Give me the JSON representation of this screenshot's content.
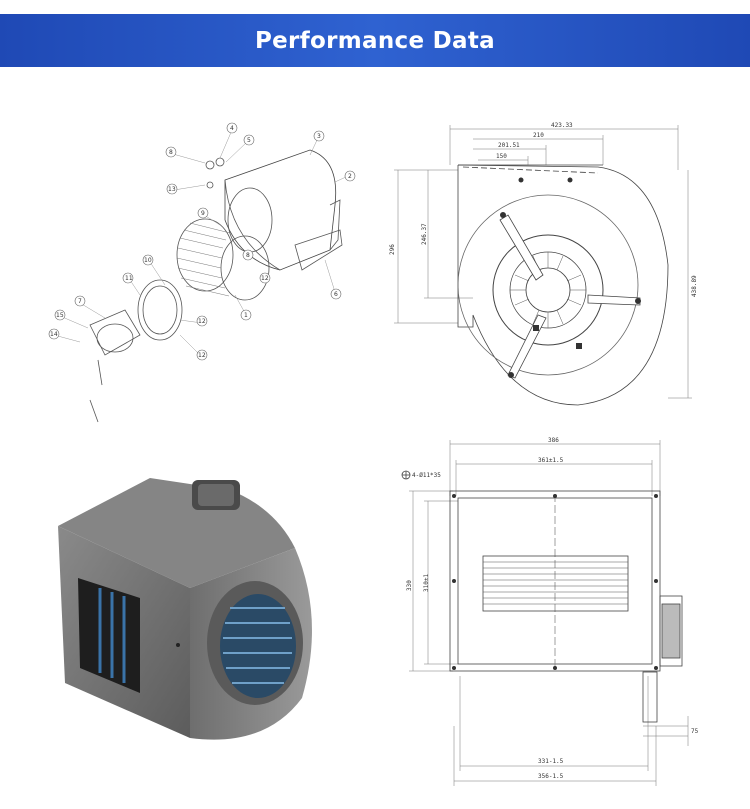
{
  "header": {
    "title": "Performance Data",
    "bg": "#2a57c8"
  },
  "exploded_view": {
    "callouts": [
      "4",
      "5",
      "8",
      "3",
      "13",
      "2",
      "9",
      "12",
      "11",
      "10",
      "12",
      "7",
      "1",
      "6",
      "15",
      "12",
      "14",
      "8"
    ]
  },
  "side_view": {
    "dims": {
      "width_total": "423.33",
      "width_inlet": "210",
      "width_a": "201.51",
      "width_b": "150",
      "height_left": "296",
      "height_inner": "246.37",
      "height_right": "438.89"
    }
  },
  "front_view": {
    "dims": {
      "width_total": "386",
      "width_frame": "361±1.5",
      "hole_note": "4-Ø11*35",
      "height_outer": "330",
      "height_inner": "310±1",
      "offset_right": "75",
      "bottom_a": "331-1.5",
      "bottom_b": "356-1.5"
    }
  }
}
